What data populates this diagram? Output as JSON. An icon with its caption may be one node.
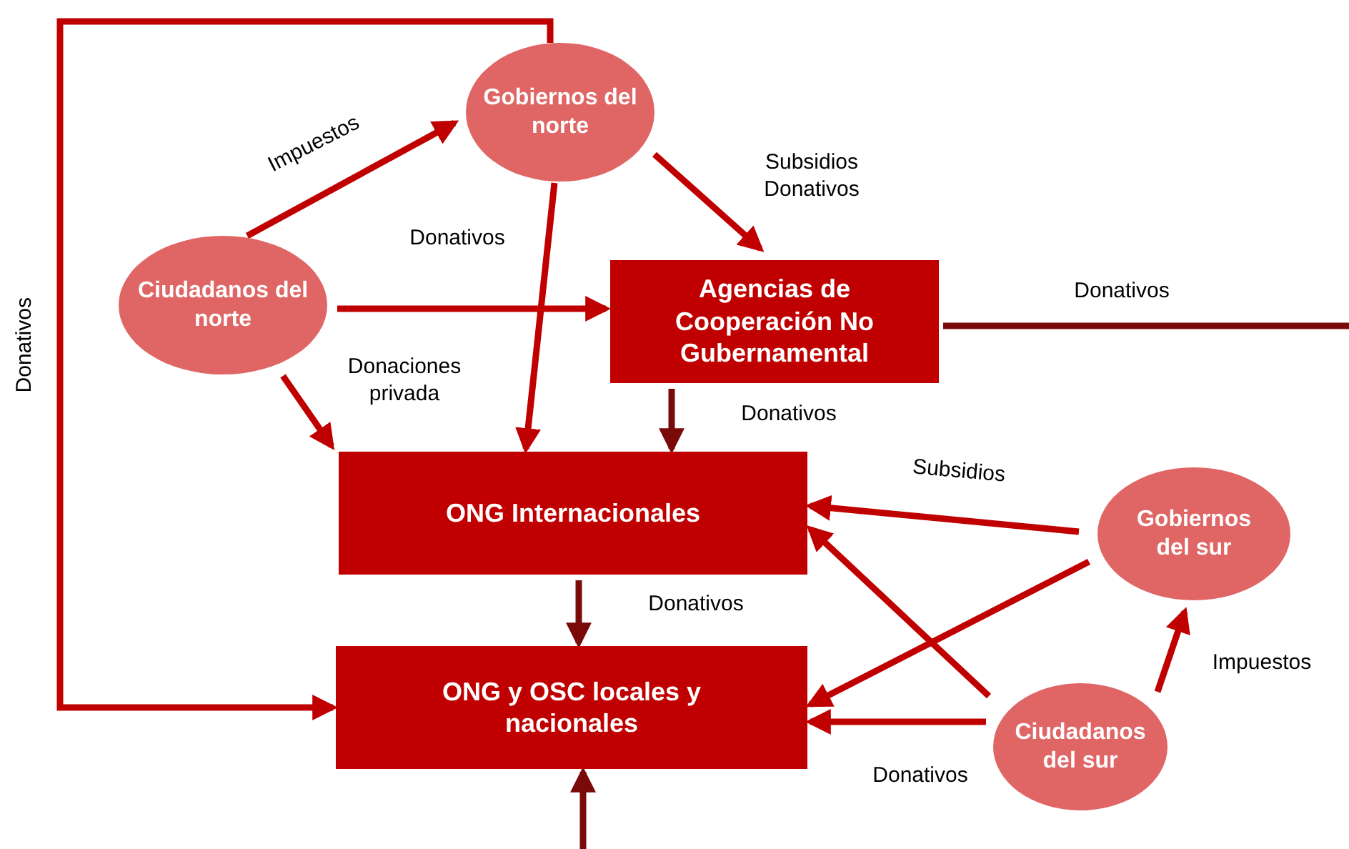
{
  "diagram": {
    "nodes": [
      {
        "text": [
          "Gobiernos del norte"
        ]
      },
      {
        "text": [
          "Ciudadanos del norte"
        ]
      },
      {
        "text": [
          "Agencias de Cooperación No Gubernamental"
        ]
      },
      {
        "text": [
          "ONG Internacionales"
        ]
      },
      {
        "text": [
          "ONG y OSC locales y nacionales"
        ]
      },
      {
        "text": [
          "Gobiernos del sur"
        ]
      },
      {
        "text": [
          "Ciudadanos del sur"
        ]
      }
    ],
    "edges": [
      {
        "from": 1,
        "to": 0,
        "arrow": "to",
        "label": "Impuestos"
      },
      {
        "from": 0,
        "to": 3,
        "arrow": "to",
        "label": "Donativos"
      },
      {
        "from": 0,
        "to": 2,
        "arrow": "to",
        "label": "Subsidios Donativos"
      },
      {
        "from": 1,
        "to": 2,
        "arrow": "to",
        "label": "Donaciones privada"
      },
      {
        "from": 1,
        "to": 3,
        "arrow": "to"
      },
      {
        "from": 0,
        "to": 4,
        "arrow": "to",
        "label": "Donativos"
      },
      {
        "from": 2,
        "to": null,
        "arrow": "none",
        "label": "Donativos",
        "color": "#7a0a0a"
      },
      {
        "from": 2,
        "to": 3,
        "arrow": "to",
        "label": "Donativos",
        "color": "#7a0a0a"
      },
      {
        "from": 3,
        "to": 4,
        "arrow": "to",
        "label": "Donativos",
        "color": "#7a0a0a"
      },
      {
        "from": 5,
        "to": 3,
        "arrow": "to",
        "label": "Subsidios"
      },
      {
        "from": 5,
        "to": 4,
        "arrow": "to"
      },
      {
        "from": 6,
        "to": 3,
        "arrow": "to"
      },
      {
        "from": 6,
        "to": 4,
        "arrow": "to",
        "label": "Donativos"
      },
      {
        "from": 6,
        "to": 5,
        "arrow": "to",
        "label": "Impuestos"
      },
      {
        "from": null,
        "to": 4,
        "arrow": "to",
        "color": "#7a0a0a"
      }
    ]
  }
}
